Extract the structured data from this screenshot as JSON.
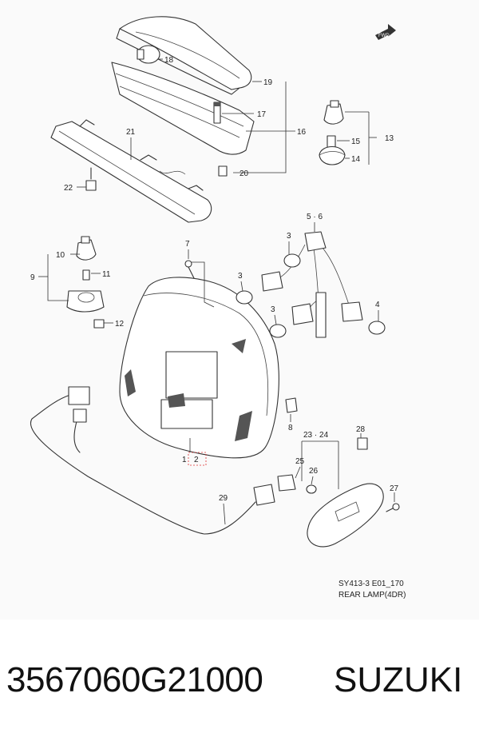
{
  "diagram": {
    "caption_code": "SY413-3 E01_170",
    "caption_title": "REAR LAMP(4DR)",
    "fwd_badge": "FWD",
    "callouts": [
      {
        "id": "c18",
        "text": "18"
      },
      {
        "id": "c19",
        "text": "19"
      },
      {
        "id": "c17",
        "text": "17"
      },
      {
        "id": "c16",
        "text": "16"
      },
      {
        "id": "c21",
        "text": "21"
      },
      {
        "id": "c20",
        "text": "20"
      },
      {
        "id": "c22",
        "text": "22"
      },
      {
        "id": "c15",
        "text": "15"
      },
      {
        "id": "c13",
        "text": "13"
      },
      {
        "id": "c14",
        "text": "14"
      },
      {
        "id": "c56",
        "text": "5 · 6"
      },
      {
        "id": "c7",
        "text": "7"
      },
      {
        "id": "c10",
        "text": "10"
      },
      {
        "id": "c9",
        "text": "9"
      },
      {
        "id": "c11",
        "text": "11"
      },
      {
        "id": "c12",
        "text": "12"
      },
      {
        "id": "c3a",
        "text": "3"
      },
      {
        "id": "c3b",
        "text": "3"
      },
      {
        "id": "c3c",
        "text": "3"
      },
      {
        "id": "c4",
        "text": "4"
      },
      {
        "id": "c8",
        "text": "8"
      },
      {
        "id": "c1",
        "text": "1"
      },
      {
        "id": "c2",
        "text": "2"
      },
      {
        "id": "c2324",
        "text": "23 · 24"
      },
      {
        "id": "c28",
        "text": "28"
      },
      {
        "id": "c25",
        "text": "25"
      },
      {
        "id": "c26",
        "text": "26"
      },
      {
        "id": "c27",
        "text": "27"
      },
      {
        "id": "c29",
        "text": "29"
      }
    ]
  },
  "footer": {
    "part_number": "3567060G21000",
    "brand": "SUZUKI"
  }
}
